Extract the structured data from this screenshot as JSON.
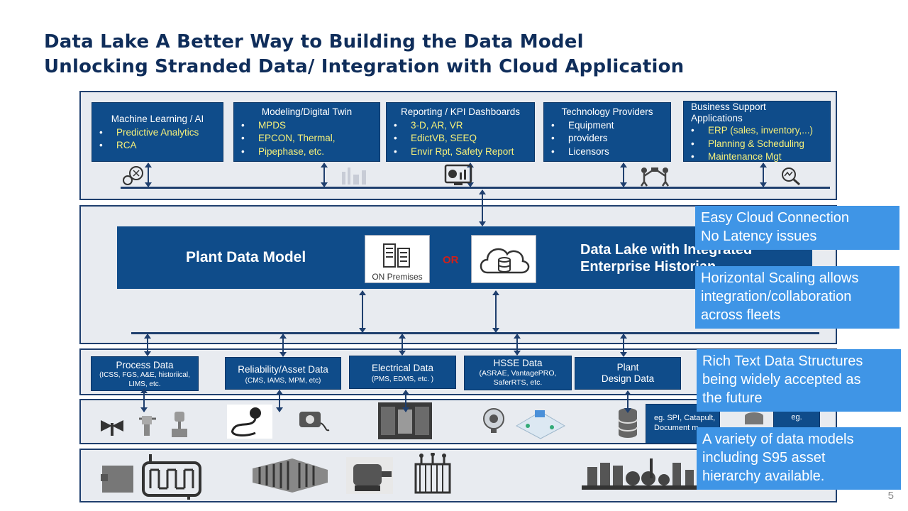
{
  "title_line1": "Data Lake A Better Way to Building the Data Model",
  "title_line2": "Unlocking Stranded Data/ Integration with Cloud Application",
  "top_boxes": [
    {
      "title": "Machine Learning / AI",
      "items": [
        "Predictive Analytics",
        "RCA"
      ]
    },
    {
      "title": "Modeling/Digital Twin",
      "items": [
        "MPDS",
        "EPCON,  Thermal,",
        "Pipephase, etc."
      ]
    },
    {
      "title": "Reporting / KPI Dashboards",
      "items": [
        "3-D, AR, VR",
        "EdictVB, SEEQ",
        "Envir Rpt, Safety Report"
      ]
    },
    {
      "title": "Technology Providers",
      "items": [
        "Equipment",
        "providers",
        "Licensors"
      ]
    },
    {
      "title": "Business Support",
      "title2": "Applications",
      "items": [
        "ERP (sales, inventory,...)",
        "Planning & Scheduling",
        "Maintenance Mgt"
      ]
    }
  ],
  "plant_data_model": "Plant  Data Model",
  "on_premises": "ON Premises",
  "or_label": "OR",
  "data_lake_line1": "Data Lake  with Integrated",
  "data_lake_line2": "Enterprise  Historian",
  "data_boxes": [
    {
      "title": "Process Data",
      "sub": "(ICSS, FGS,  A&E, historiical,",
      "sub2": "LIMS, etc."
    },
    {
      "title": "Reliability/Asset Data",
      "sub": "(CMS, IAMS, MPM, etc)",
      "sub2": ""
    },
    {
      "title": "Electrical Data",
      "sub": "(PMS, EDMS, etc. )",
      "sub2": ""
    },
    {
      "title": "HSSE Data",
      "sub": "(ASRAE, VantagePRO,",
      "sub2": "SaferRTS, etc."
    },
    {
      "title": "Plant",
      "sub": "Design Data",
      "sub2": ""
    }
  ],
  "eg_spi": "eg. SPI, Catapult,",
  "eg_spi2": "Document m",
  "eg_small": "eg.",
  "callouts": [
    {
      "l1": "Easy Cloud Connection",
      "l2": "No Latency issues",
      "l3": ""
    },
    {
      "l1": "Horizontal Scaling allows",
      "l2": "integration/collaboration",
      "l3": "across fleets"
    },
    {
      "l1": "Rich Text Data Structures",
      "l2": "being widely accepted as",
      "l3": "the future"
    },
    {
      "l1": "A variety of data models",
      "l2": "including S95 asset",
      "l3": "hierarchy available."
    }
  ],
  "page_number": "5",
  "colors": {
    "navy": "#0f4c8a",
    "callout": "#3f95e6",
    "band": "#e8ebf0",
    "highlight": "#f5f07a",
    "title": "#0f2d5a"
  }
}
